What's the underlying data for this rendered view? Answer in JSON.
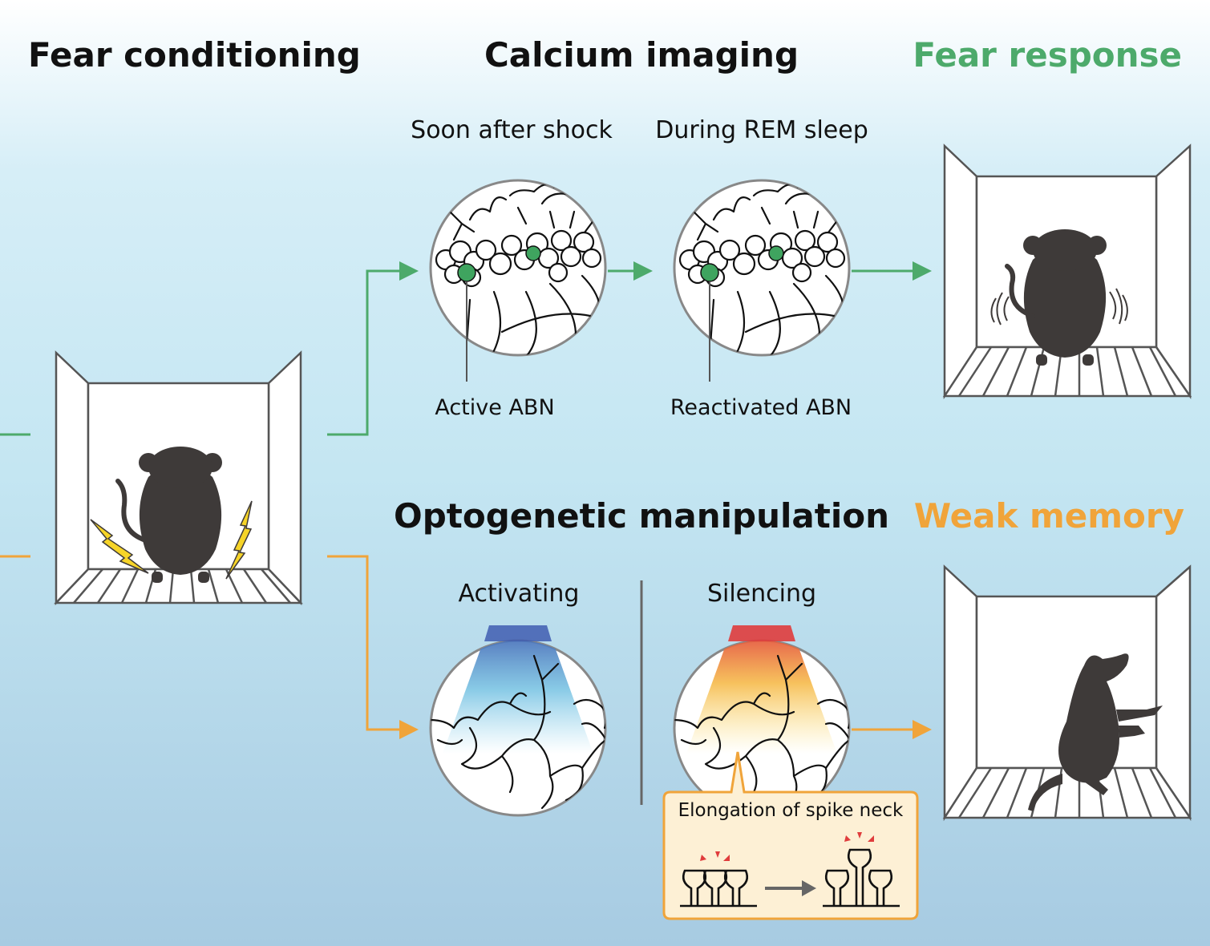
{
  "headings": {
    "fear_conditioning": "Fear conditioning",
    "calcium_imaging": "Calcium imaging",
    "fear_response": "Fear response",
    "optogenetic_manipulation": "Optogenetic manipulation",
    "weak_memory": "Weak memory"
  },
  "calcium": {
    "soon_after_shock": "Soon after shock",
    "during_rem_sleep": "During REM sleep",
    "active_abn": "Active ABN",
    "reactivated_abn": "Reactivated ABN"
  },
  "opto": {
    "activating": "Activating",
    "silencing": "Silencing",
    "callout_title": "Elongation of spike neck"
  },
  "colors": {
    "green": "#4daa6b",
    "orange": "#f0a43a",
    "neuron_green": "#3fa45f",
    "blue_light": "#3f5db0",
    "red_light": "#e03c3c",
    "callout_bg": "#fdf0d5",
    "mouse": "#3e3a39"
  },
  "icons": [
    "lightning-icon",
    "mouse-icon",
    "arrow-icon",
    "spine-icon"
  ]
}
